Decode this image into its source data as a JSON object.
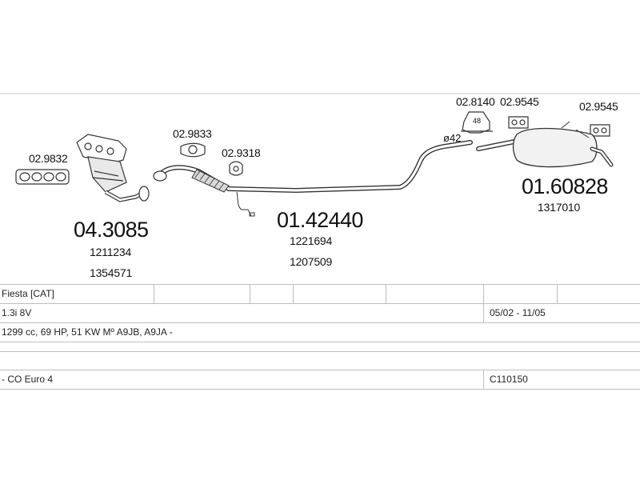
{
  "parts": {
    "catalyst_gasket": "02.9832",
    "catalyst_manifold": "04.3085",
    "catalyst_oe_1": "1211234",
    "catalyst_oe_2": "1354571",
    "flange_gasket": "02.9833",
    "rubber_mount_a": "02.9318",
    "front_pipe": "01.42440",
    "front_pipe_oe_1": "1221694",
    "front_pipe_oe_2": "1207509",
    "clamp": "02.8140",
    "clamp_size": "48",
    "rubber_mount_b": "02.9545",
    "rubber_mount_c": "02.9545",
    "pipe_diameter": "ø42",
    "rear_silencer": "01.60828",
    "rear_silencer_oe": "1317010"
  },
  "vehicle": {
    "model": "Fiesta  [CAT]",
    "engine": "1.3i  8V",
    "years": "05/02 - 11/05",
    "spec": "1299 cc, 69 HP, 51 KW Mº A9JB, A9JA -",
    "emission": "- CO Euro 4",
    "code": "C110150"
  }
}
